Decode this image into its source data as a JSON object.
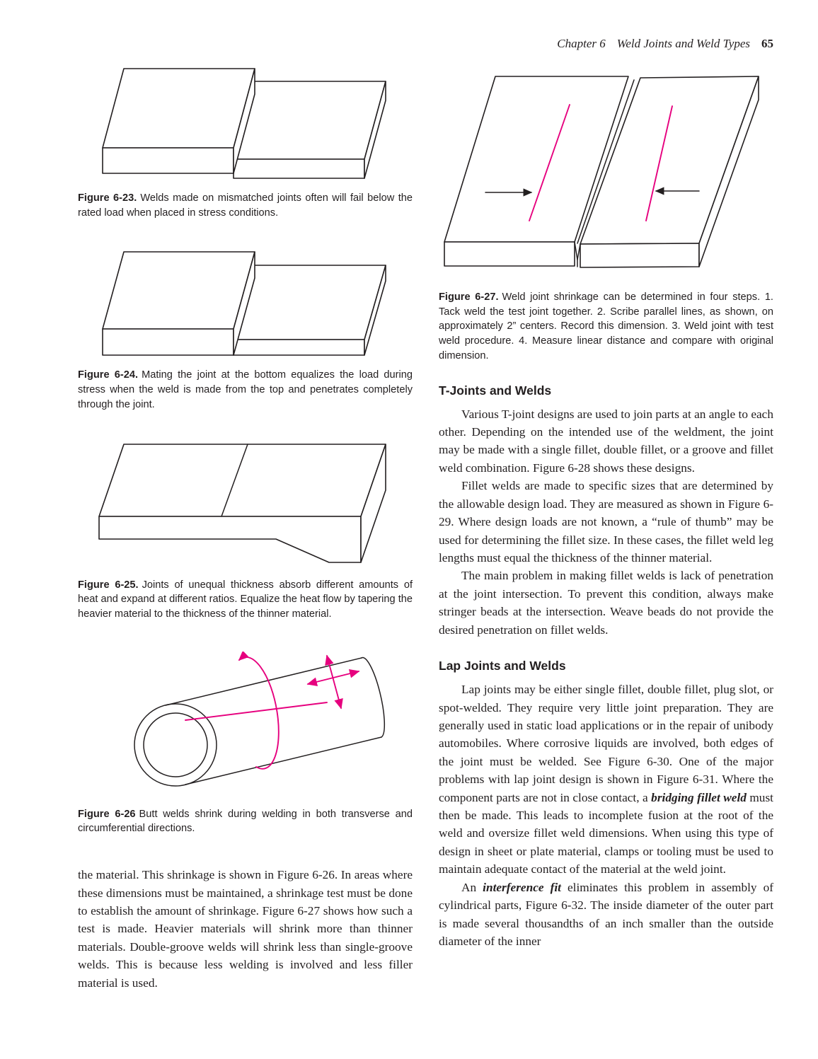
{
  "colors": {
    "accent_magenta": "#e6007e",
    "ink": "#231f20"
  },
  "header": {
    "chapter": "Chapter 6",
    "title": "Weld Joints and Weld Types",
    "page_number": "65"
  },
  "figures": {
    "f23": {
      "label": "Figure 6-23.",
      "text": "Welds made on mismatched joints often will fail below the rated load when placed in stress conditions.",
      "alt": "Two plates overlapped in a mismatched butt joint"
    },
    "f24": {
      "label": "Figure 6-24.",
      "text": "Mating the joint at the bottom equalizes the load during stress when the weld is made from the top and penetrates completely through the joint.",
      "alt": "Two plates mated flush at the bottom of the joint"
    },
    "f25": {
      "label": "Figure 6-25.",
      "text": "Joints of unequal thickness absorb different amounts of heat and expand at different ratios. Equalize the heat flow by tapering the heavier material to the thickness of the thinner material.",
      "alt": "Butt joint with the heavier plate tapered to the thickness of the thinner plate"
    },
    "f26": {
      "label": "Figure 6-26",
      "text": "Butt welds shrink during welding in both transverse and circumferential directions.",
      "alt": "Pipe with circumferential shrink hoop arrow and transverse crossed arrows"
    },
    "f27": {
      "label": "Figure 6-27.",
      "text": "Weld joint shrinkage can be determined in four steps. 1. Tack weld the test joint together. 2. Scribe parallel lines, as shown, on approximately 2” centers. Record this dimension. 3. Weld joint with test weld procedure. 4. Measure linear distance and compare with original dimension.",
      "alt": "V-groove test joint with scribed parallel lines and measurement arrows"
    }
  },
  "left_column": {
    "continuation": "the material. This shrinkage is shown in Figure 6-26. In areas where these dimensions must be maintained, a shrinkage test must be done to establish the amount of shrinkage. Figure 6-27 shows how such a test is made. Heavier materials will shrink more than thinner materials. Double-groove welds will shrink less than single-groove welds. This is because less welding is involved and less filler material is used."
  },
  "right_column": {
    "tjoints": {
      "heading": "T-Joints and Welds",
      "p1": "Various T-joint designs are used to join parts at an angle to each other. Depending on the intended use of the weldment, the joint may be made with a single fillet, double fillet, or a groove and fillet weld combination. Figure 6-28 shows these designs.",
      "p2": "Fillet welds are made to specific sizes that are determined by the allowable design load. They are measured as shown in Figure 6-29. Where design loads are not known, a “rule of thumb” may be used for determining the fillet size. In these cases, the fillet weld leg lengths must equal the thickness of the thinner material.",
      "p3": "The main problem in making fillet welds is lack of penetration at the joint intersection. To prevent this condition, always make stringer beads at the intersection. Weave beads do not provide the desired penetration on fillet welds."
    },
    "lap": {
      "heading": "Lap Joints and Welds",
      "p1_a": "Lap joints may be either single fillet, double fillet, plug slot, or spot-welded. They require very little joint preparation. They are generally used in static load applications or in the repair of unibody automobiles. Where corrosive liquids are involved, both edges of the joint must be welded. See Figure 6-30. One of the major problems with lap joint design is shown in Figure 6-31. Where the component parts are not in close contact, a ",
      "p1_b": "bridging fillet weld",
      "p1_c": " must then be made. This leads to incomplete fusion at the root of the weld and oversize fillet weld dimensions. When using this type of design in sheet or plate material, clamps or tooling must be used to maintain adequate contact of the material at the weld joint.",
      "p2_a": "An ",
      "p2_b": "interference fit",
      "p2_c": " eliminates this problem in assembly of cylindrical parts, Figure 6-32. The inside diameter of the outer part is made several thousandths of an inch smaller than the outside diameter of the inner"
    }
  }
}
